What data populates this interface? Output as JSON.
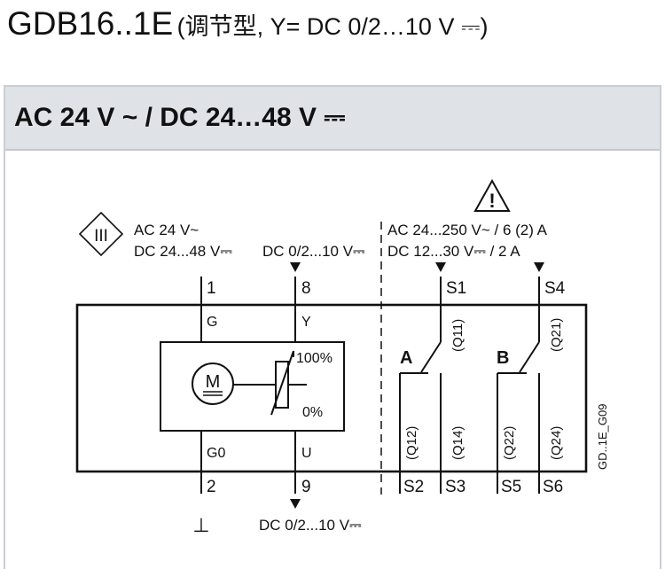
{
  "title": {
    "model": "GDB16..1E",
    "subtitle": "(调节型, Y= DC 0/2…10 V ⎓)"
  },
  "panel": {
    "heading": "AC 24 V ~ / DC 24…48 V ⎓"
  },
  "supply": {
    "class_symbol": "III",
    "ac": "AC 24 V~",
    "dc": "DC 24...48 V⎓"
  },
  "signal_input": "DC 0/2...10 V⎓",
  "aux_switch": {
    "warning_symbol": "!",
    "rating_ac": "AC 24...250 V~ / 6 (2) A",
    "rating_dc": "DC 12...30 V⎓ / 2 A"
  },
  "terminals": {
    "t1": "1",
    "t8": "8",
    "t2": "2",
    "t9": "9",
    "s1": "S1",
    "s4": "S4",
    "s2": "S2",
    "s3": "S3",
    "s5": "S5",
    "s6": "S6"
  },
  "inner_labels": {
    "g": "G",
    "y": "Y",
    "g0": "G0",
    "u": "U",
    "motor": "M",
    "pct_high": "100%",
    "pct_low": "0%",
    "switch_a": "A",
    "switch_b": "B",
    "q11": "(Q11)",
    "q12": "(Q12)",
    "q14": "(Q14)",
    "q21": "(Q21)",
    "q22": "(Q22)",
    "q24": "(Q24)",
    "drawing_id": "GD..1E_G09"
  },
  "feedback_output": "DC 0/2...10 V⎓",
  "ground_symbol": "⊥"
}
